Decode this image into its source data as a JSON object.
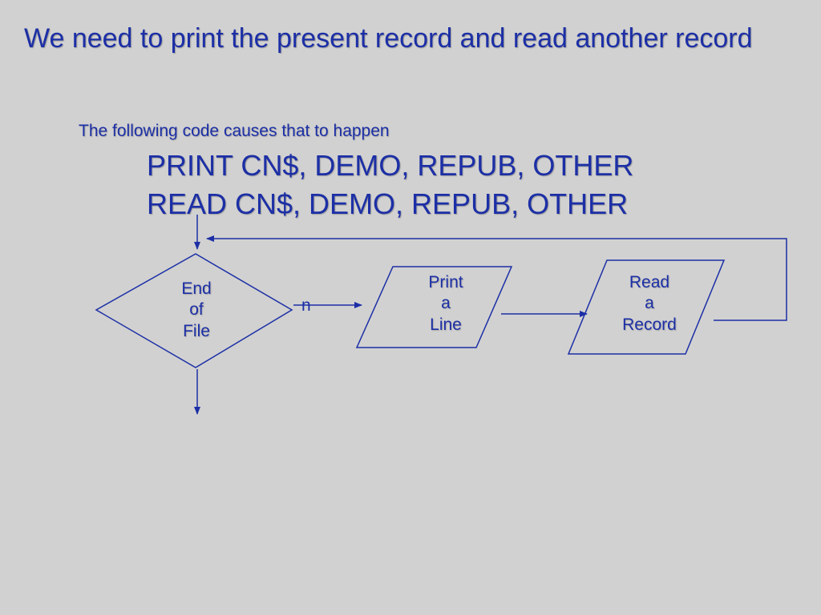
{
  "title": "We need to print the present record and read another record",
  "subtitle": "The following code causes that to happen",
  "code_lines": [
    "PRINT CN$, DEMO, REPUB, OTHER",
    "READ CN$, DEMO, REPUB, OTHER"
  ],
  "flowchart": {
    "decision": {
      "lines": [
        "End",
        "of",
        "File"
      ]
    },
    "branch_label": "n",
    "print_step": {
      "lines": [
        "Print",
        "a",
        "Line"
      ]
    },
    "read_step": {
      "lines": [
        "Read",
        "a",
        "Record"
      ]
    }
  },
  "colors": {
    "background": "#d1d1d1",
    "text": "#1c2fa6",
    "lines": "#1c2fa6"
  }
}
